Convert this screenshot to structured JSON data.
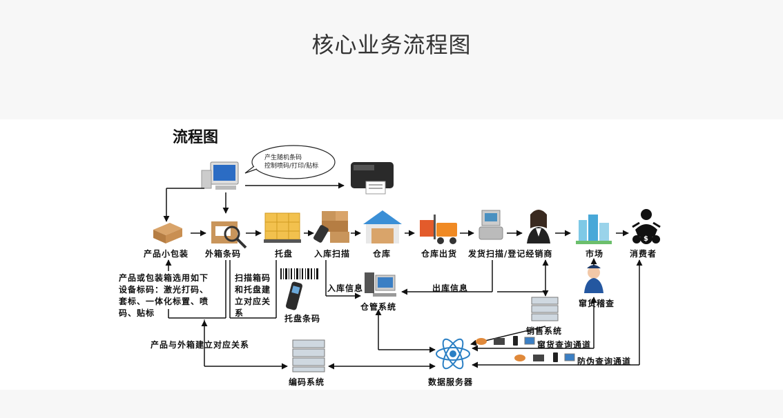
{
  "page_title": "核心业务流程图",
  "diagram": {
    "title": "流程图",
    "speech_bubble": "产生随机条码\n控制喷码/打印/贴标",
    "nodes": {
      "small_pack": "产品小包装",
      "outer_barcode": "外箱条码",
      "pallet": "托盘",
      "inbound_scan": "入库扫描",
      "warehouse": "仓库",
      "outbound": "仓库出货",
      "ship_scan": "发货扫描/登记经销商",
      "market": "市场",
      "consumer": "消费者",
      "wms": "仓管系统",
      "pallet_barcode": "托盘条码",
      "sales_system": "销售系统",
      "inspection": "窜货稽查",
      "coding_system": "编码系统",
      "data_server": "数据服务器"
    },
    "notes": {
      "device_marking": "产品或包装箱选用如下\n设备标码：激光打码、\n套标、一体化标置、喷\n码、贴标",
      "scan_pallet": "扫描箱码\n和托盘建\n立对应关\n系",
      "product_outer_relation": "产品与外箱建立对应关系",
      "inbound_info": "入库信息",
      "outbound_info": "出库信息",
      "cross_channel": "窜货查询通道",
      "anti_fake": "防伪查询通道"
    }
  }
}
